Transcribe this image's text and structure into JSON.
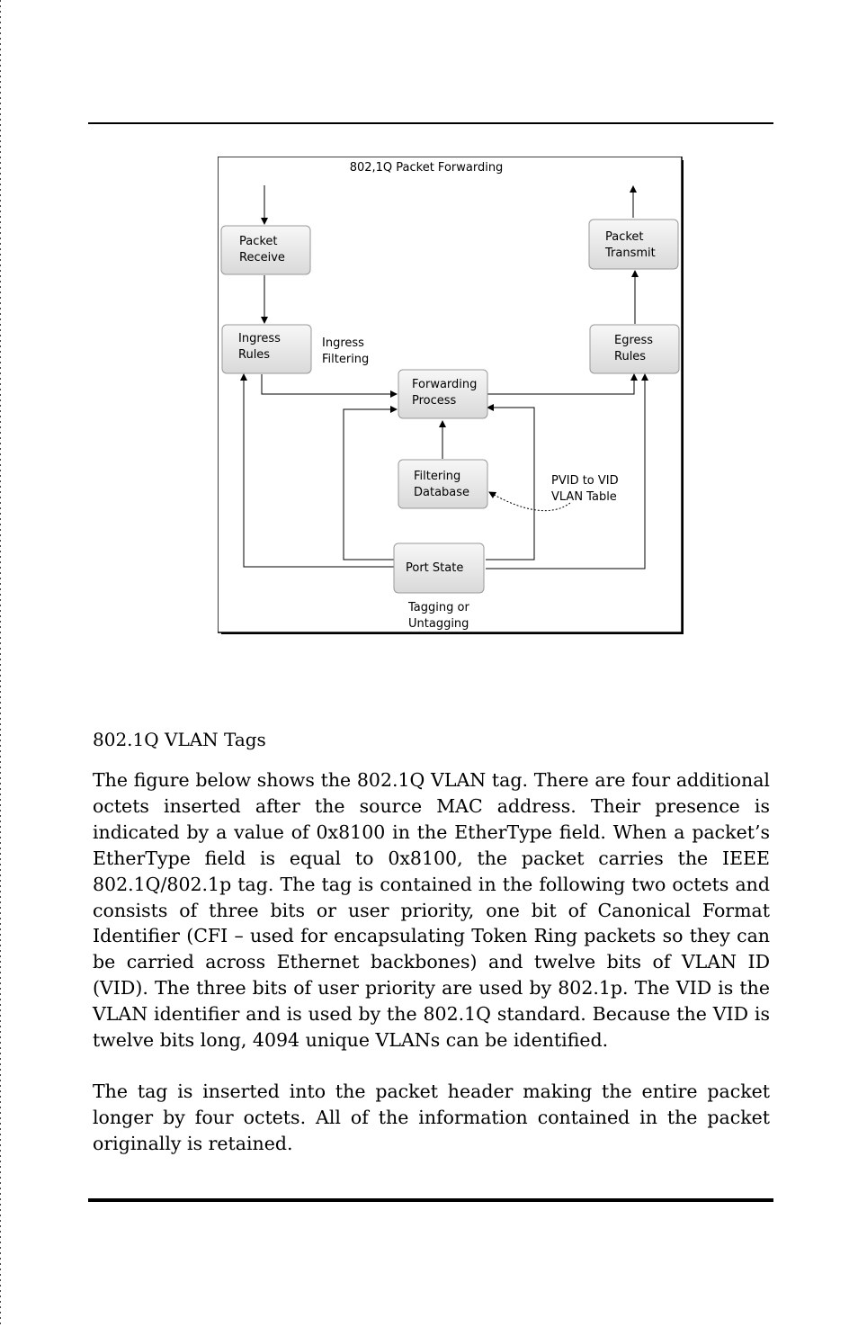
{
  "figure": {
    "title": "802,1Q Packet Forwarding",
    "nodes": {
      "packet_receive": [
        "Packet",
        "Receive"
      ],
      "packet_transmit": [
        "Packet",
        "Transmit"
      ],
      "ingress_rules": [
        "Ingress",
        "Rules"
      ],
      "egress_rules": [
        "Egress",
        "Rules"
      ],
      "forwarding_process": [
        "Forwarding",
        "Process"
      ],
      "filtering_database": [
        "Filtering",
        "Database"
      ],
      "port_state": [
        "Port State"
      ]
    },
    "labels": {
      "ingress_filtering": [
        "Ingress",
        "Filtering"
      ],
      "pvid_table": [
        "PVID to VID",
        "VLAN Table"
      ],
      "tagging": [
        "Tagging or",
        "Untagging"
      ]
    }
  },
  "section": {
    "title": "802.1Q VLAN Tags",
    "paragraphs": [
      "The figure below shows the 802.1Q VLAN tag. There are four additional octets inserted after the source MAC address. Their presence is indicated by a value of 0x8100 in the EtherType field. When a packet’s EtherType field is equal to 0x8100, the packet carries the IEEE 802.1Q/802.1p tag. The tag is contained in the following two octets and consists of three bits or user priority, one bit of Canonical Format Identifier (CFI – used for encapsulating Token Ring packets so they can be carried across Ethernet backbones) and twelve bits of VLAN ID (VID). The three bits of user priority are used by 802.1p. The VID is the VLAN identifier and is used by the 802.1Q standard. Because the VID is twelve bits long, 4094 unique VLANs can be identified.",
      "The tag is inserted into the packet header making the entire packet longer by four octets. All of the information contained in the packet originally is retained."
    ]
  }
}
